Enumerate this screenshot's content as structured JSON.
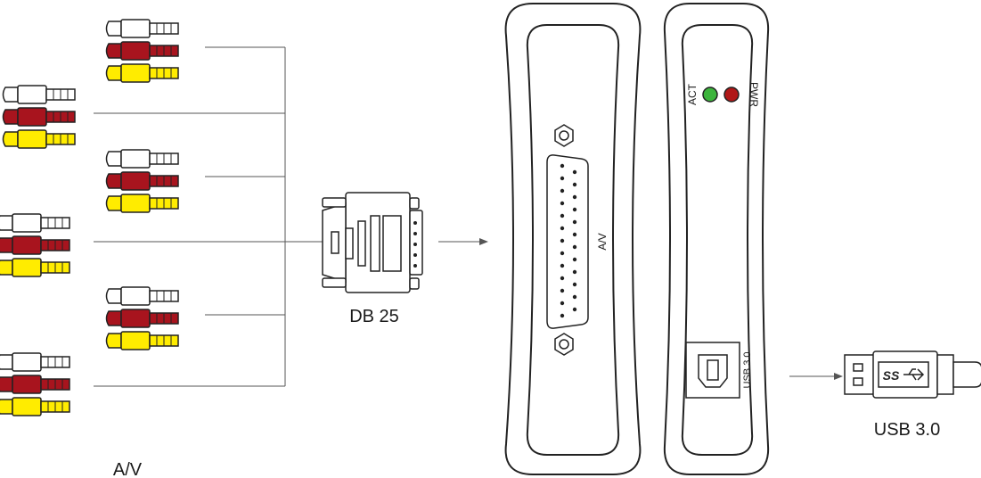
{
  "labels": {
    "av_input": "A/V",
    "db25": "DB 25",
    "panel_av": "A/V",
    "act": "ACT",
    "pwr": "PWR",
    "usb_port": "USB 3.0",
    "usb_cable": "USB 3.0",
    "usb_logo": "SS"
  },
  "colors": {
    "white_plug": "#ffffff",
    "red_plug": "#a8141e",
    "yellow_plug": "#ffec00",
    "act_led": "#3cb43c",
    "pwr_led": "#b01818"
  },
  "icons": {
    "rca_plug": "rca-plug-icon",
    "db25_plug": "db25-connector-icon",
    "db25_port": "db25-port-icon",
    "usb_b_port": "usb-b-port-icon",
    "usb_a_plug": "usb-a-plug-icon"
  }
}
